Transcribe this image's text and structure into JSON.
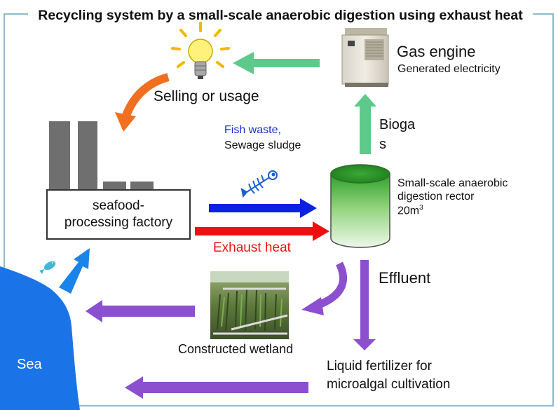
{
  "title": "Recycling system by a small-scale anaerobic digestion using exhaust heat",
  "labels": {
    "gas_engine": "Gas engine",
    "generated_electricity": "Generated electricity",
    "selling_or_usage": "Selling or usage",
    "biogas_line1": "Bioga",
    "biogas_line2": "s",
    "fish_waste": "Fish waste,",
    "sewage_sludge": "Sewage sludge",
    "factory_line1": "seafood-",
    "factory_line2": "processing factory",
    "reactor_line1": "Small-scale anaerobic",
    "reactor_line2": "digestion rector",
    "reactor_line3": "20m",
    "reactor_sup": "3",
    "exhaust_heat": "Exhaust heat",
    "effluent": "Effluent",
    "constructed_wetland": "Constructed wetland",
    "liquid_fertilizer_line1": "Liquid fertilizer for",
    "liquid_fertilizer_line2": "microalgal cultivation",
    "sea": "Sea"
  },
  "colors": {
    "frame": "#8fb9c9",
    "green_arrow": "#5ec98a",
    "orange_arrow": "#f07020",
    "blue_arrow": "#0a22e0",
    "red_arrow": "#ee1010",
    "purple_arrow": "#8c4fd0",
    "sea": "#1a74e8",
    "sea_arrow": "#1a84ea",
    "factory_gray": "#6f6f6f",
    "fish_waste_text": "#1a2fd0",
    "exhaust_text": "#ee1010"
  },
  "icons": [
    "lightbulb-icon",
    "gas-engine-icon",
    "factory-icon",
    "fish-bone-icon",
    "reactor-tank-icon",
    "wetland-photo",
    "fish-icon"
  ]
}
